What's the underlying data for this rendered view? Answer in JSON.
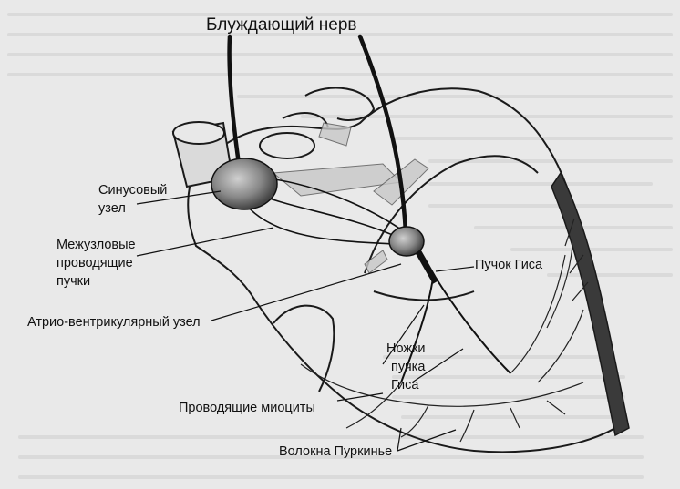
{
  "diagram": {
    "title": "Блуждающий нерв",
    "labels": {
      "sinus_node": [
        "Синусовый",
        "узел"
      ],
      "internodal": [
        "Межузловые",
        "проводящие",
        "пучки"
      ],
      "av_node": [
        "Атрио-вентрикулярный узел"
      ],
      "bundle_his": [
        "Пучок Гиса"
      ],
      "bundle_branches": [
        "Ножки",
        "пучка",
        "Гиса"
      ],
      "conducting_myocytes": [
        "Проводящие миоциты"
      ],
      "purkinje": [
        "Волокна Пуркинье"
      ]
    }
  }
}
